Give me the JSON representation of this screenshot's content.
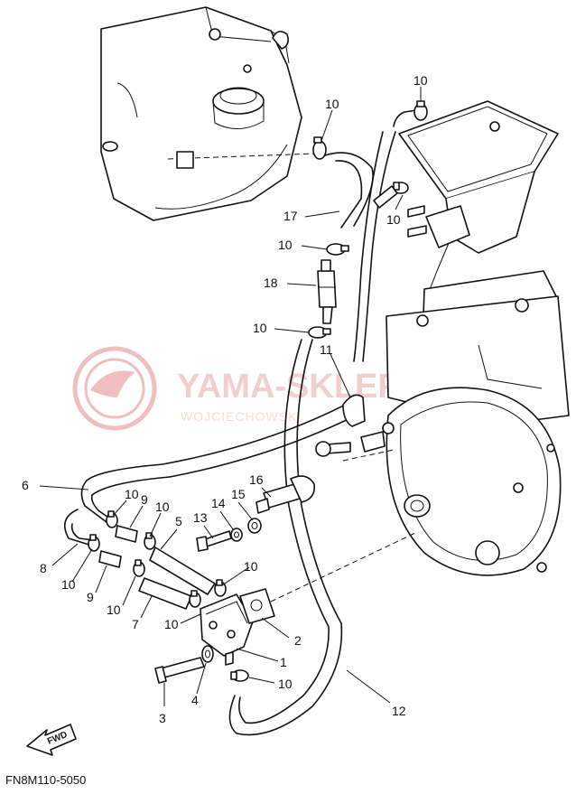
{
  "diagram": {
    "code": "FN8M110-5050",
    "fwd_label": "FWD",
    "watermark": {
      "main": "YAMA-SKLEP.PL",
      "sub": "WOJCIECHOWSKI"
    },
    "callouts": {
      "c10_top": "10",
      "c10_tr": "10",
      "c17": "17",
      "c10_tank_right": "10",
      "c10_mid": "10",
      "c18": "18",
      "c10_lower": "10",
      "c11": "11",
      "c6": "6",
      "c16": "16",
      "c14": "14",
      "c15": "15",
      "c13": "13",
      "c10_a": "10",
      "c9_a": "9",
      "c10_b": "10",
      "c5": "5",
      "c8": "8",
      "c10_c": "10",
      "c9_b": "9",
      "c10_d": "10",
      "c7": "7",
      "c10_e": "10",
      "c10_f": "10",
      "c2": "2",
      "c1": "1",
      "c4": "4",
      "c10_g": "10",
      "c3": "3",
      "c12": "12"
    }
  }
}
